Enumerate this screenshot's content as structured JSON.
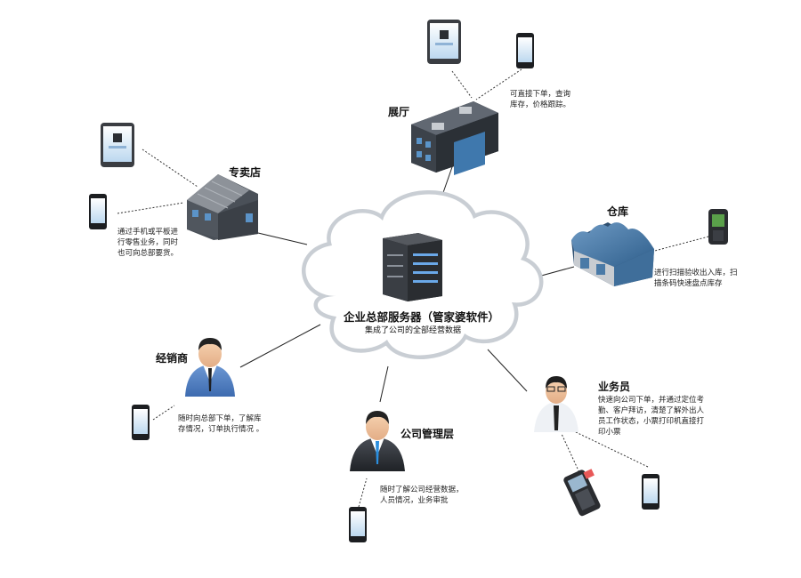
{
  "center": {
    "title": "企业总部服务器（管家婆软件）",
    "subtitle": "集成了公司的全部经营数据"
  },
  "nodes": {
    "showroom": {
      "title": "展厅",
      "desc_lines": [
        "可直接下单，查询",
        "库存，价格跟踪。"
      ]
    },
    "store": {
      "title": "专卖店",
      "desc_lines": [
        "通过手机或平板进",
        "行零售业务，同时",
        "也可向总部要货。"
      ]
    },
    "warehouse": {
      "title": "仓库",
      "desc_lines": [
        "进行扫描验收出入库，扫",
        "描条码快速盘点库存"
      ]
    },
    "dealer": {
      "title": "经销商",
      "desc_lines": [
        "随时向总部下单，了解库",
        "存情况，订单执行情况 。"
      ]
    },
    "management": {
      "title": "公司管理层",
      "desc_lines": [
        "随时了解公司经营数据，",
        "人员情况，业务审批"
      ]
    },
    "salesman": {
      "title": "业务员",
      "desc_lines": [
        "快速向公司下单，并通过定位考",
        "勤、客户拜访，清楚了解外出人",
        "员工作状态，小票打印机直接打",
        "印小票"
      ]
    }
  },
  "colors": {
    "cloud_stroke": "#c9ced4",
    "line": "#222222",
    "building_blue": "#3b6f9c",
    "building_dark": "#3a4048",
    "server_dark": "#2c2f33",
    "suit_blue": "#4a78b8",
    "suit_dark": "#2a2d33",
    "phone_screen": "#cfe3f3"
  }
}
